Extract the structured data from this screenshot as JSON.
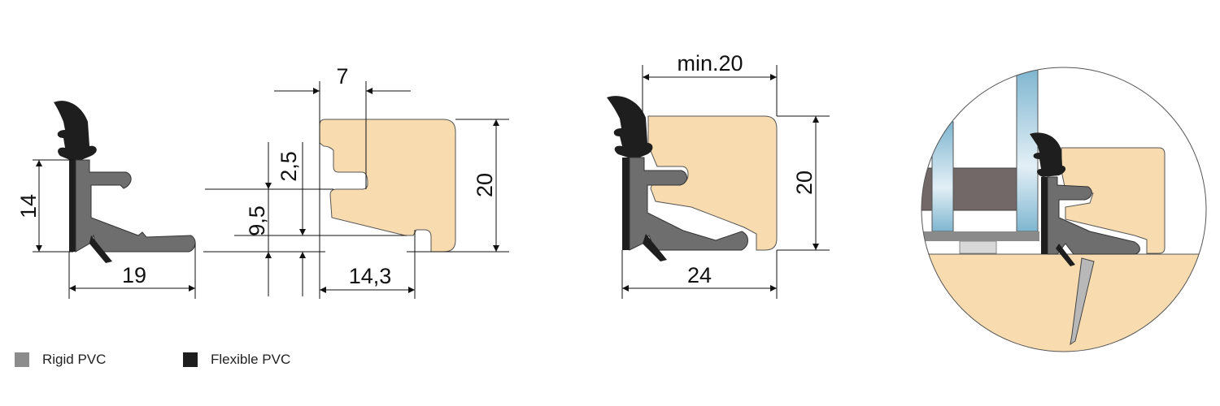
{
  "colors": {
    "rigid": "#6e6e6e",
    "flexible": "#1e1e1e",
    "wood": "#f8dcb0",
    "glass": "#b8d6e6",
    "frame": "#726867"
  },
  "profile_a": {
    "height_label": "14",
    "width_label": "19"
  },
  "profile_b": {
    "top_label": "7",
    "groove_label": "2,5",
    "offset_label": "9,5",
    "height_label": "20",
    "width_label": "14,3"
  },
  "profile_c": {
    "top_label": "min.20",
    "height_label": "20",
    "width_label": "24"
  },
  "legend": [
    {
      "label": "Rigid PVC",
      "color": "#8c8c8c"
    },
    {
      "label": "Flexible PVC",
      "color": "#1e1e1e"
    }
  ]
}
